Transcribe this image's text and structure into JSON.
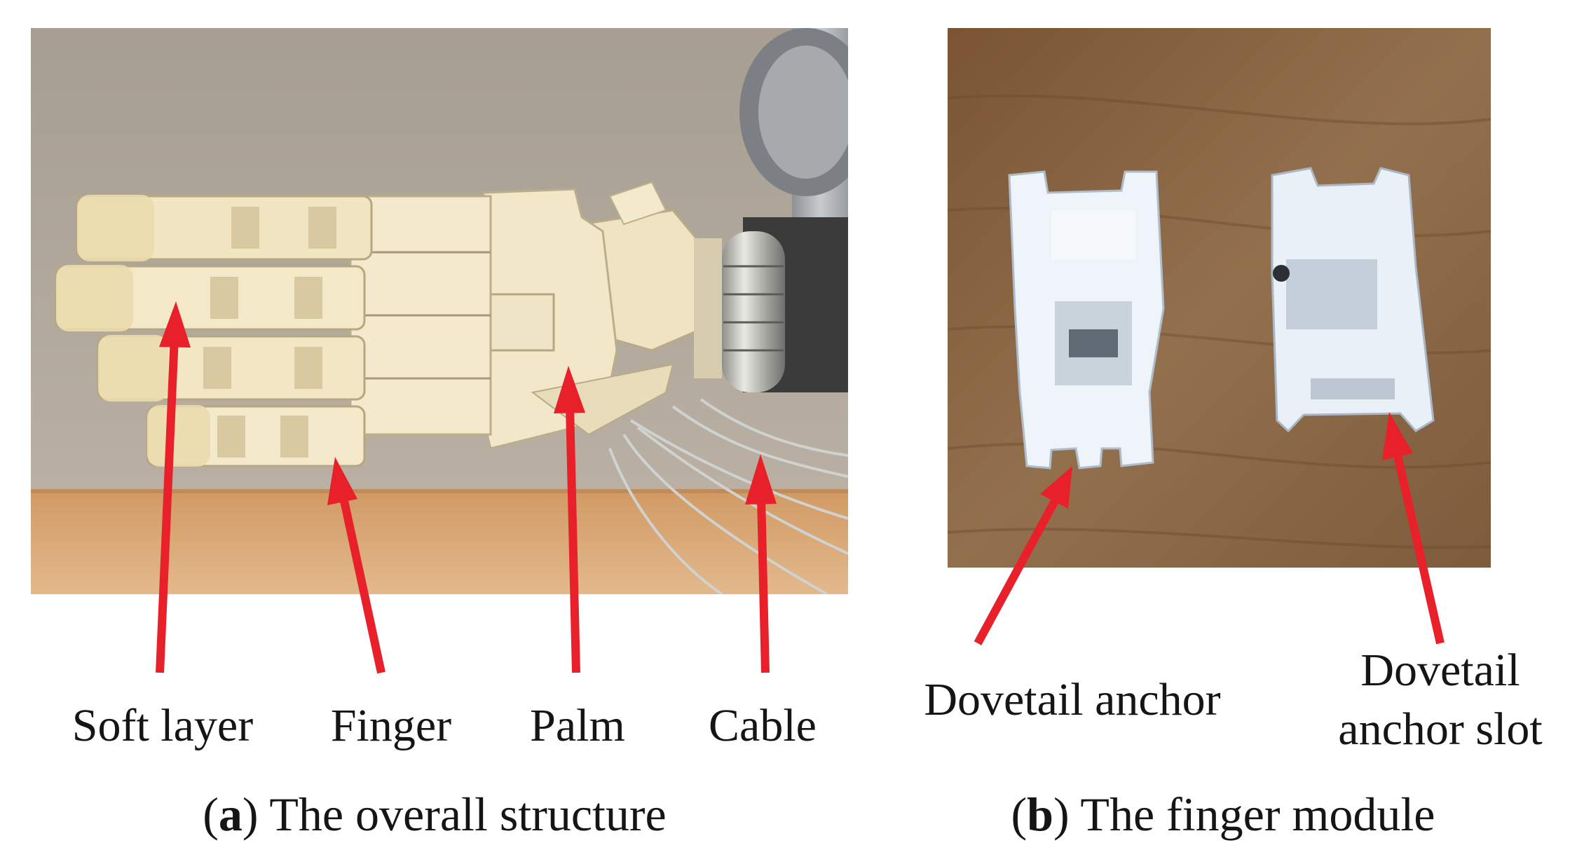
{
  "panel_a": {
    "labels": [
      "Soft layer",
      "Finger",
      "Palm",
      "Cable"
    ],
    "caption": {
      "tag": "a",
      "text": "The overall structure"
    }
  },
  "panel_b": {
    "labels": [
      "Dovetail anchor",
      "Dovetail",
      "anchor slot"
    ],
    "caption": {
      "tag": "b",
      "text": "The finger module"
    }
  },
  "colors": {
    "arrow": "#e8202a",
    "wall": "#b3aa9e",
    "table": "#d9a878",
    "wood": "#8a6540",
    "part_white": "#eef4fa",
    "hand_plastic": "#f1e6c7"
  }
}
